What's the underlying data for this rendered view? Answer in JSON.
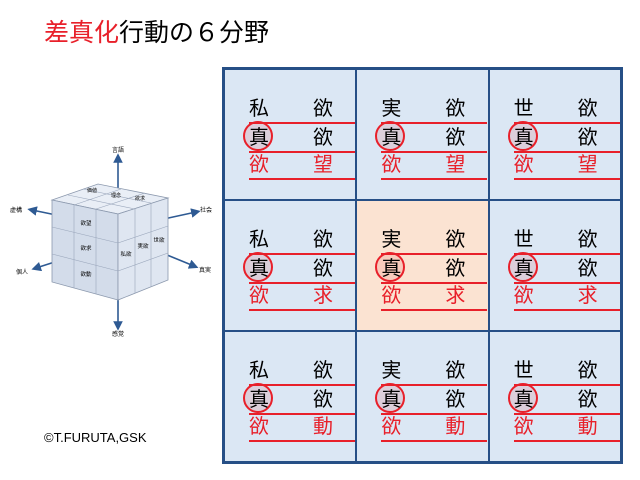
{
  "title": {
    "highlight": "差真化",
    "rest": "行動の６分野"
  },
  "copyright": "©T.FURUTA,GSK",
  "axis_labels": {
    "top": "言語",
    "left_upper": "虚構",
    "right_upper": "社会",
    "left_lower": "個人",
    "right_lower": "真実",
    "bottom": "感覚"
  },
  "cube_labels": {
    "top_face": [
      "価値",
      "理念",
      "欲求"
    ],
    "left_face": [
      "欲望",
      "欲求",
      "欲動"
    ],
    "right_face": [
      "私欲",
      "実欲",
      "世欲"
    ]
  },
  "grid": {
    "cells": [
      {
        "line1": [
          "私",
          "欲"
        ],
        "line2": [
          "真",
          "欲"
        ],
        "line3": [
          "欲",
          "望"
        ]
      },
      {
        "line1": [
          "実",
          "欲"
        ],
        "line2": [
          "真",
          "欲"
        ],
        "line3": [
          "欲",
          "望"
        ]
      },
      {
        "line1": [
          "世",
          "欲"
        ],
        "line2": [
          "真",
          "欲"
        ],
        "line3": [
          "欲",
          "望"
        ]
      },
      {
        "line1": [
          "私",
          "欲"
        ],
        "line2": [
          "真",
          "欲"
        ],
        "line3": [
          "欲",
          "求"
        ]
      },
      {
        "line1": [
          "実",
          "欲"
        ],
        "line2": [
          "真",
          "欲"
        ],
        "line3": [
          "欲",
          "求"
        ]
      },
      {
        "line1": [
          "世",
          "欲"
        ],
        "line2": [
          "真",
          "欲"
        ],
        "line3": [
          "欲",
          "求"
        ]
      },
      {
        "line1": [
          "私",
          "欲"
        ],
        "line2": [
          "真",
          "欲"
        ],
        "line3": [
          "欲",
          "動"
        ]
      },
      {
        "line1": [
          "実",
          "欲"
        ],
        "line2": [
          "真",
          "欲"
        ],
        "line3": [
          "欲",
          "動"
        ]
      },
      {
        "line1": [
          "世",
          "欲"
        ],
        "line2": [
          "真",
          "欲"
        ],
        "line3": [
          "欲",
          "動"
        ]
      }
    ]
  },
  "colors": {
    "accent": "#e8202a",
    "cell": "#dbe7f4",
    "center_cell": "#fbe3d2",
    "border": "#264f86",
    "arrow": "#2e5a93"
  }
}
